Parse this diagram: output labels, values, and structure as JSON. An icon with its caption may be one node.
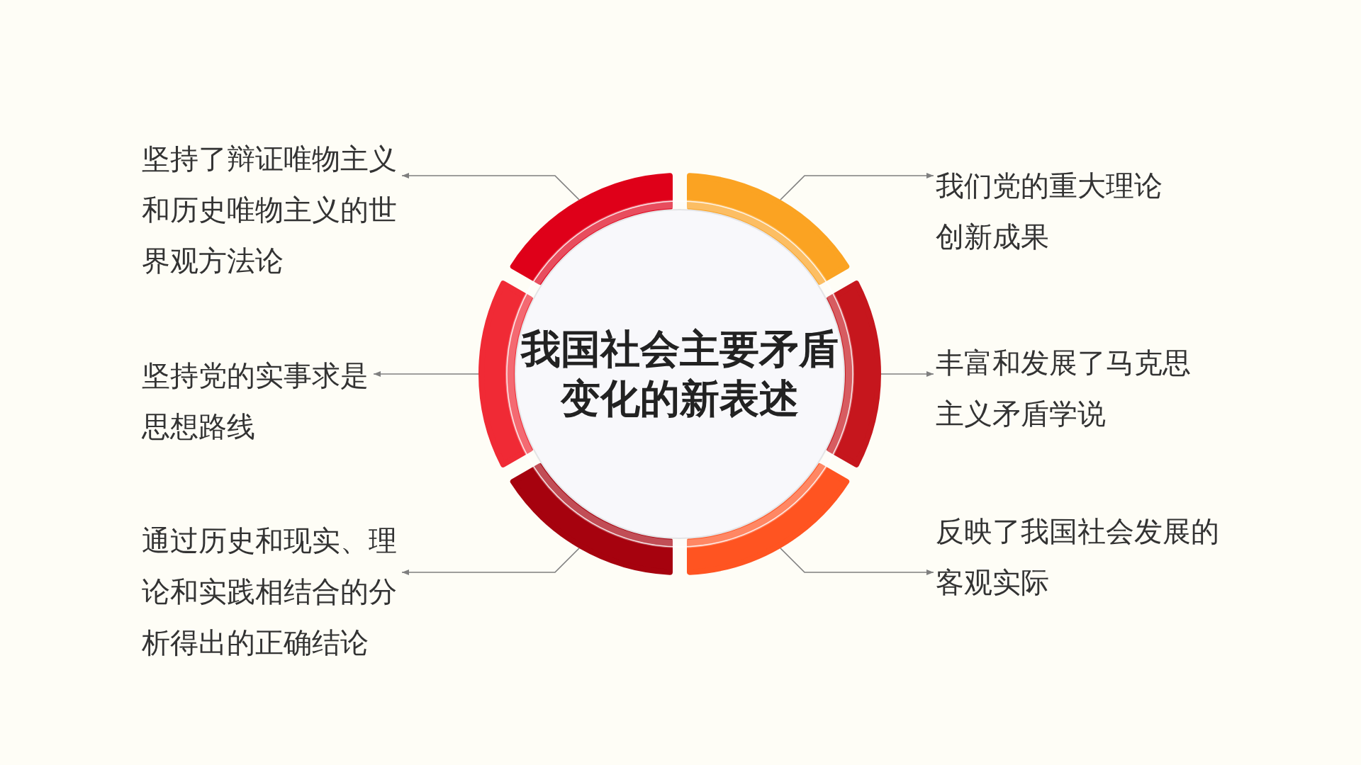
{
  "diagram": {
    "nodes": [
      {
        "text": [
          "我国社会主要矛盾变化的新表述"
        ]
      },
      {
        "text": [],
        "shape": "arc"
      },
      {
        "text": [],
        "shape": "arc"
      },
      {
        "text": [],
        "shape": "arc"
      },
      {
        "text": [],
        "shape": "arc"
      },
      {
        "text": [],
        "shape": "arc"
      },
      {
        "text": [],
        "shape": "arc"
      },
      {
        "text": [
          "坚持了辩证唯物主义和历史唯物主义的世界观方法论"
        ]
      },
      {
        "text": [
          "坚持党的实事求是思想路线"
        ]
      },
      {
        "text": [
          "通过历史和现实、理论和实践相结合的分析得出的正确结论"
        ]
      },
      {
        "text": [
          "我们党的重大理论创新成果"
        ]
      },
      {
        "text": [
          "丰富和发展了马克思主义矛盾学说"
        ]
      },
      {
        "text": [
          "反映了我国社会发展的客观实际"
        ]
      }
    ],
    "edges": [
      {
        "from": 1,
        "to": 7,
        "arrow": "to"
      },
      {
        "from": 2,
        "to": 8,
        "arrow": "to"
      },
      {
        "from": 3,
        "to": 9,
        "arrow": "to"
      },
      {
        "from": 4,
        "to": 10,
        "arrow": "to"
      },
      {
        "from": 5,
        "to": 11,
        "arrow": "to"
      },
      {
        "from": 6,
        "to": 12,
        "arrow": "to"
      }
    ]
  }
}
